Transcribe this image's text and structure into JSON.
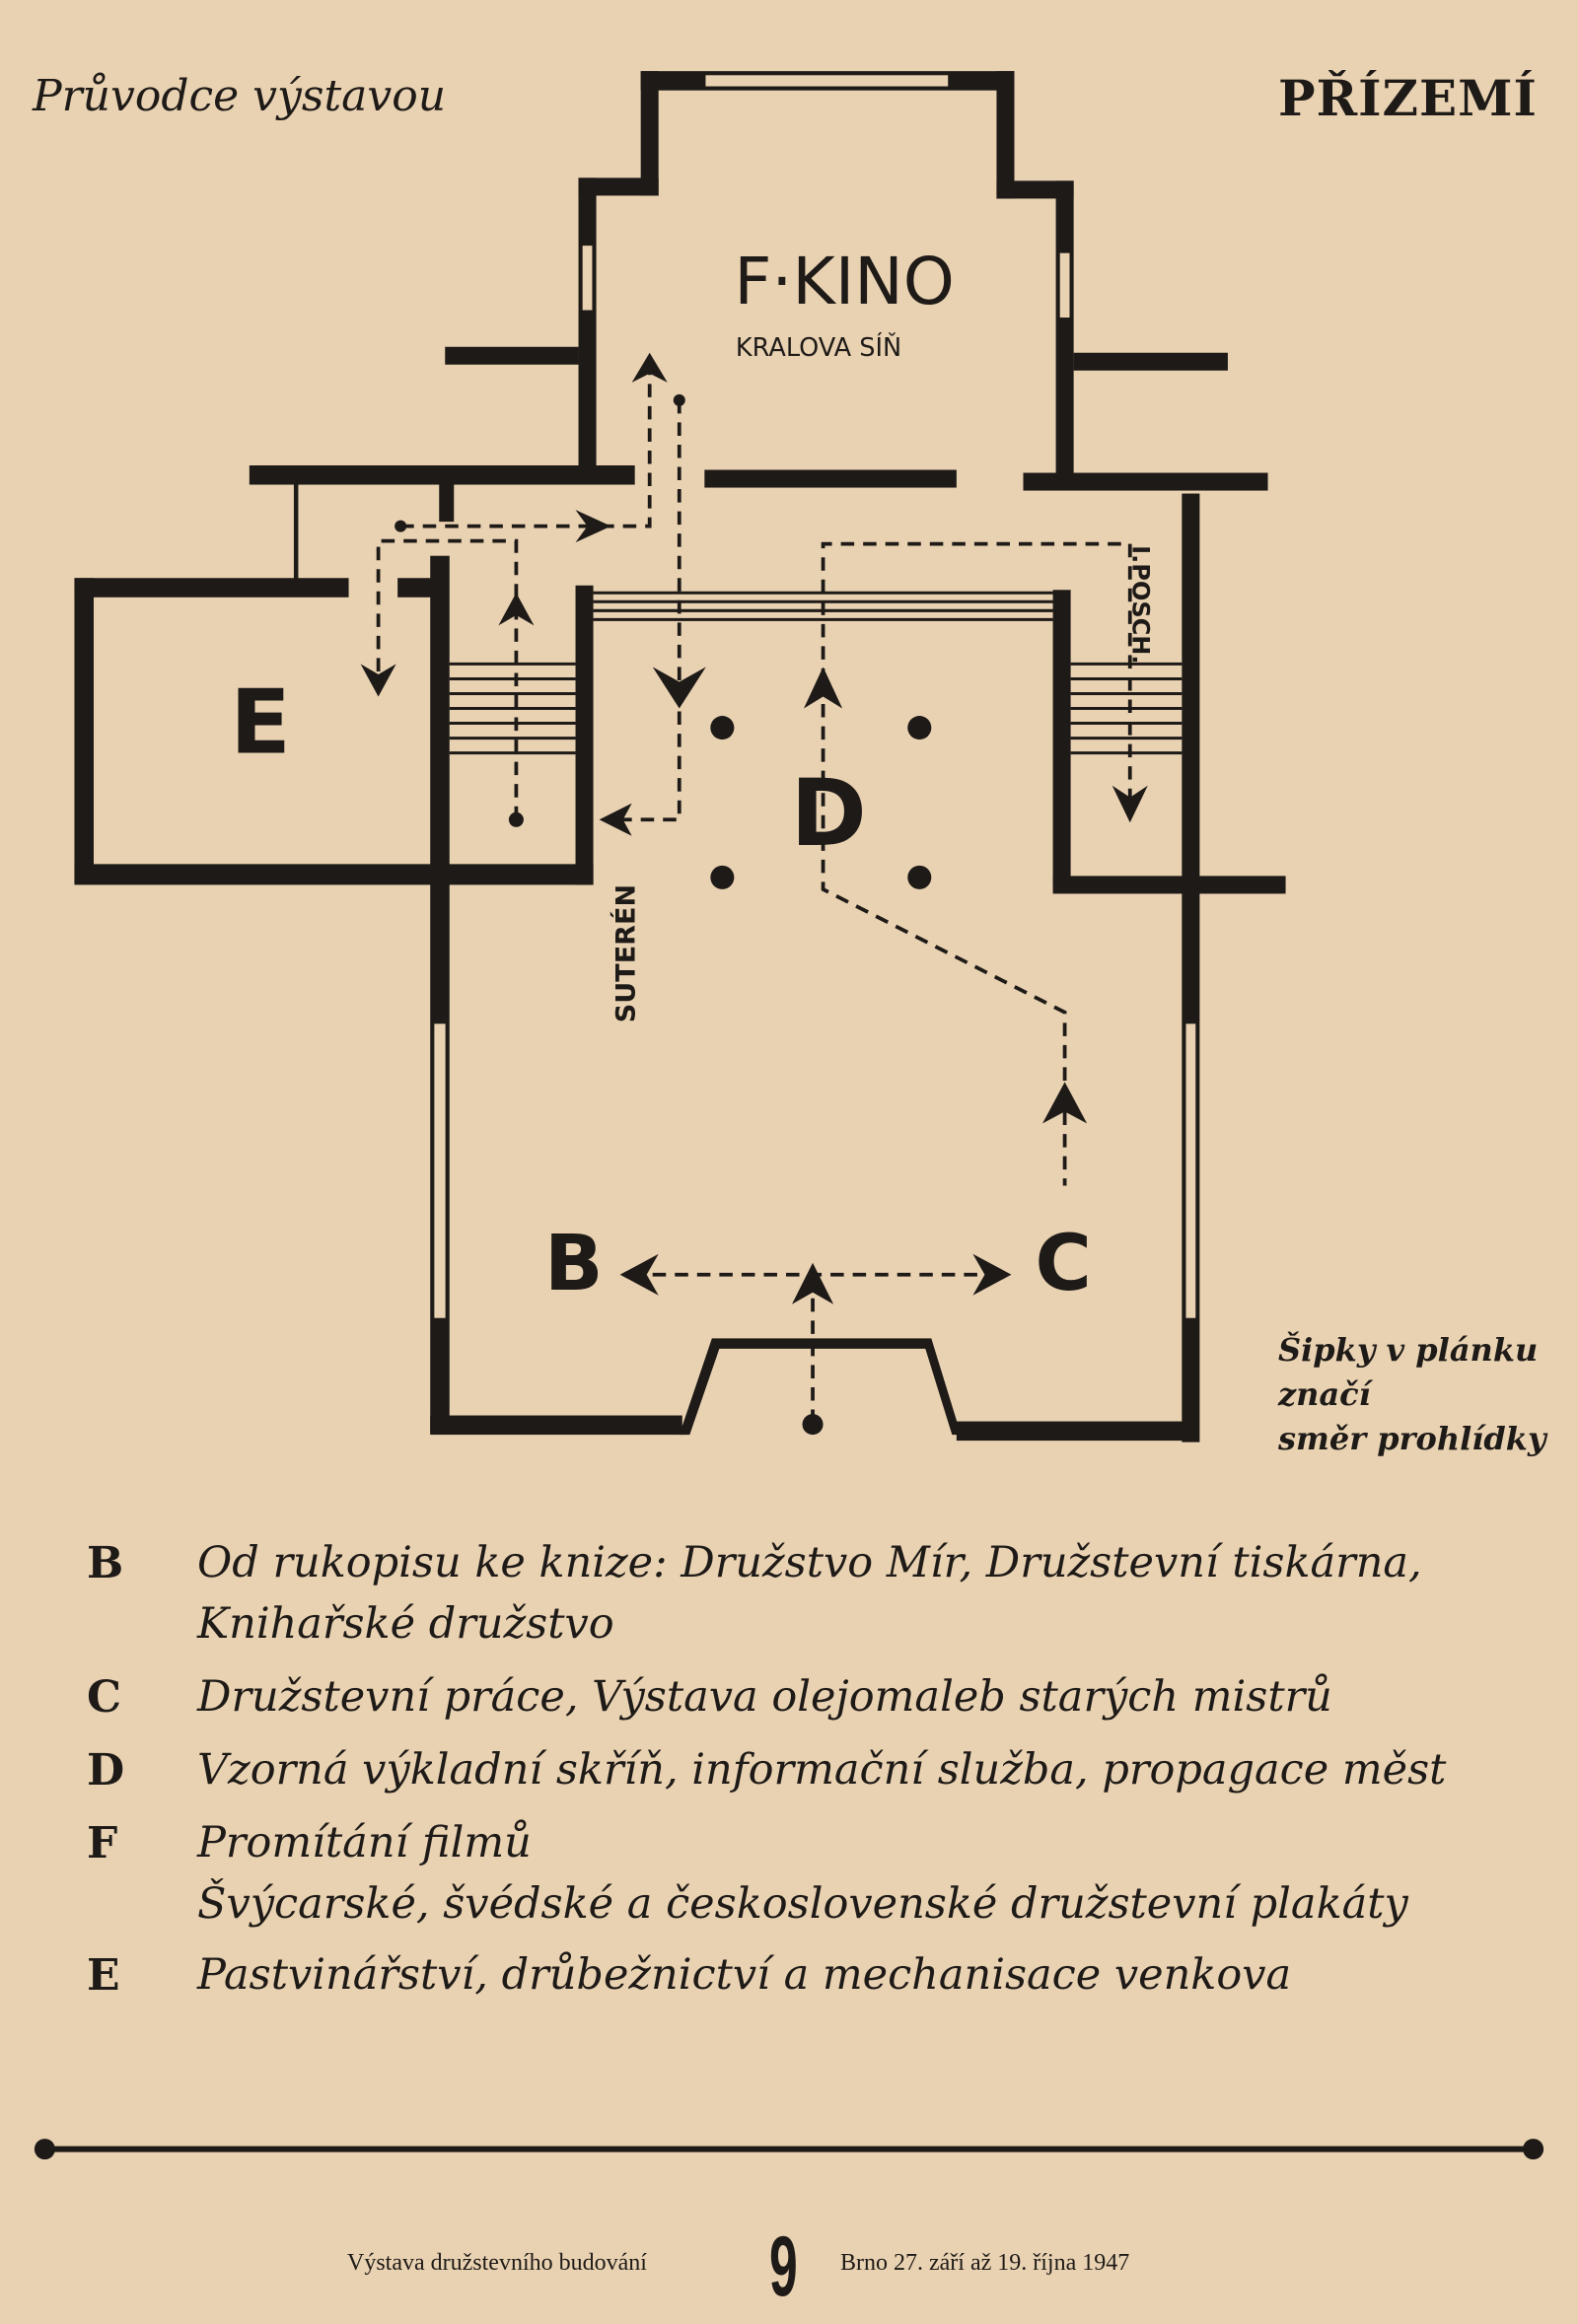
{
  "header": {
    "guide": "Průvodce výstavou",
    "floor": "PŘÍZEMÍ"
  },
  "plan": {
    "rooms": {
      "f": "F·KINO",
      "f_sub": "KRALOVA SÍŇ",
      "e": "E",
      "d": "D",
      "b": "B",
      "c": "C"
    },
    "suteren": "SUTERÉN",
    "posch": "I.POSCH."
  },
  "note": [
    "Šipky v plánku",
    "značí",
    "směr prohlídky"
  ],
  "legend": [
    {
      "letter": "B",
      "lines": [
        "Od rukopisu ke knize: Družstvo Mír, Družstevní tiskárna,",
        "Knihařské družstvo"
      ]
    },
    {
      "letter": "C",
      "lines": [
        "Družstevní práce, Výstava olejomaleb starých mistrů"
      ]
    },
    {
      "letter": "D",
      "lines": [
        "Vzorná výkladní skříň, informační služba, propagace měst"
      ]
    },
    {
      "letter": "F",
      "lines": [
        "Promítání filmů",
        "Švýcarské, švédské a československé družstevní plakáty"
      ]
    },
    {
      "letter": "E",
      "lines": [
        "Pastvinářství, drůbežnictví a mechanisace venkova"
      ]
    }
  ],
  "footer": {
    "left": "Výstava družstevního budování",
    "page": "9",
    "right": "Brno 27. září až 19. října 1947"
  }
}
